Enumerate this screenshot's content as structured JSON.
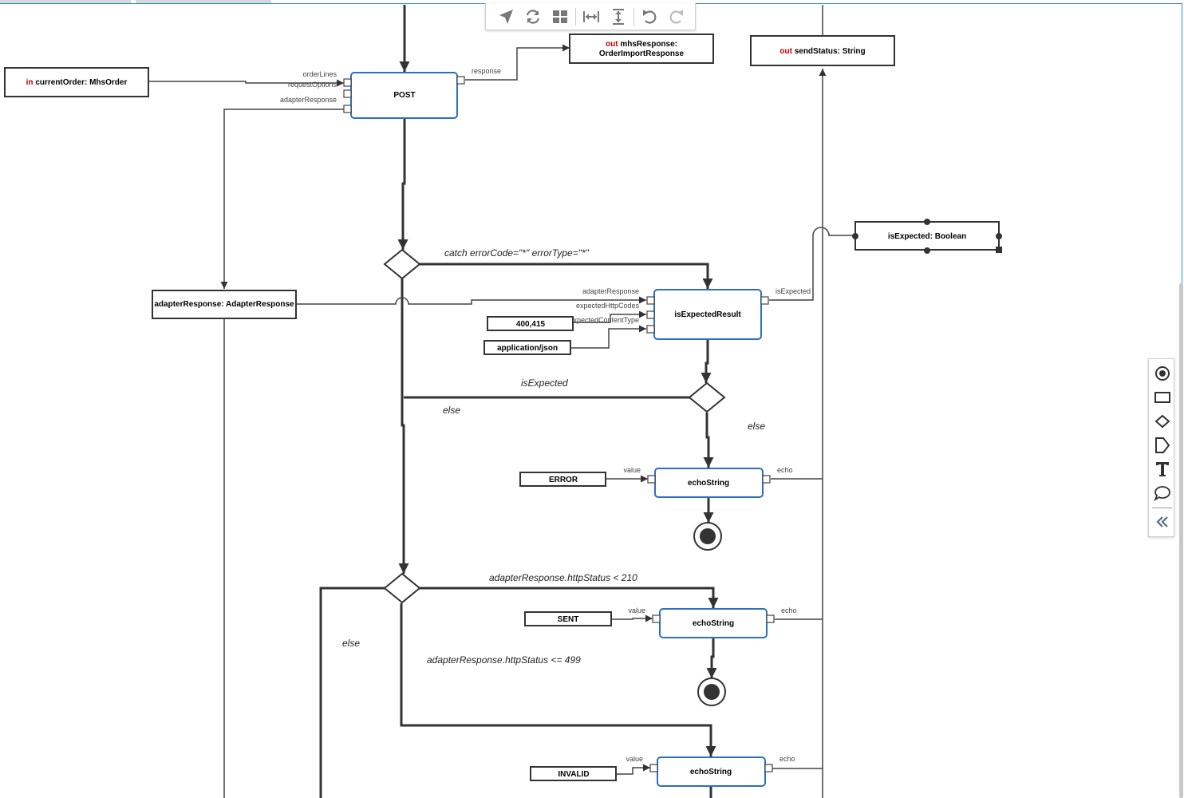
{
  "diagram": {
    "parameters": {
      "in_order": {
        "keyword": "in",
        "label": "currentOrder: MhsOrder"
      },
      "out_mhs": {
        "keyword": "out",
        "line1": "mhsResponse:",
        "line2": "OrderImportResponse"
      },
      "out_status": {
        "keyword": "out",
        "label": "sendStatus: String"
      }
    },
    "variables": {
      "adapter_response": "adapterResponse: AdapterResponse",
      "is_expected": "isExpected: Boolean"
    },
    "actions": {
      "post": {
        "label": "POST",
        "pins": {
          "order_lines": "orderLines",
          "request_options": "requestOptions",
          "adapter_response": "adapterResponse",
          "response": "response"
        }
      },
      "is_expected_result": {
        "label": "isExpectedResult",
        "pins": {
          "adapter_response": "adapterResponse",
          "expected_http_codes": "expectedHttpCodes",
          "expected_content_type": "expectedContentType",
          "is_expected": "isExpected"
        }
      },
      "echo_error": {
        "label": "echoString",
        "pin_in": "value",
        "pin_out": "echo"
      },
      "echo_sent": {
        "label": "echoString",
        "pin_in": "value",
        "pin_out": "echo"
      },
      "echo_invalid": {
        "label": "echoString",
        "pin_in": "value",
        "pin_out": "echo"
      }
    },
    "constants": {
      "http_codes": "400,415",
      "content_type": "application/json",
      "error": "ERROR",
      "sent": "SENT",
      "invalid": "INVALID"
    },
    "guards": {
      "catch": "catch errorCode=\"*\" errorType=\"*\"",
      "is_expected": "isExpected",
      "else_1": "else",
      "else_2": "else",
      "status_lt_210": "adapterResponse.httpStatus < 210",
      "else_3": "else",
      "status_le_499": "adapterResponse.httpStatus <= 499"
    }
  },
  "toolbar": {
    "items": [
      "navigate-icon",
      "refresh-icon",
      "layout-grid-icon",
      "fit-width-icon",
      "fit-height-icon",
      "undo-icon",
      "redo-icon"
    ]
  },
  "palette": {
    "items": [
      "final-node-icon",
      "action-icon",
      "decision-icon",
      "parameter-icon",
      "text-icon",
      "comment-icon",
      "collapse-icon"
    ]
  },
  "colors": {
    "accent": "#2c6fbf",
    "keyword": "#c00000",
    "frame": "#2c8fd6",
    "stroke": "#333333"
  }
}
